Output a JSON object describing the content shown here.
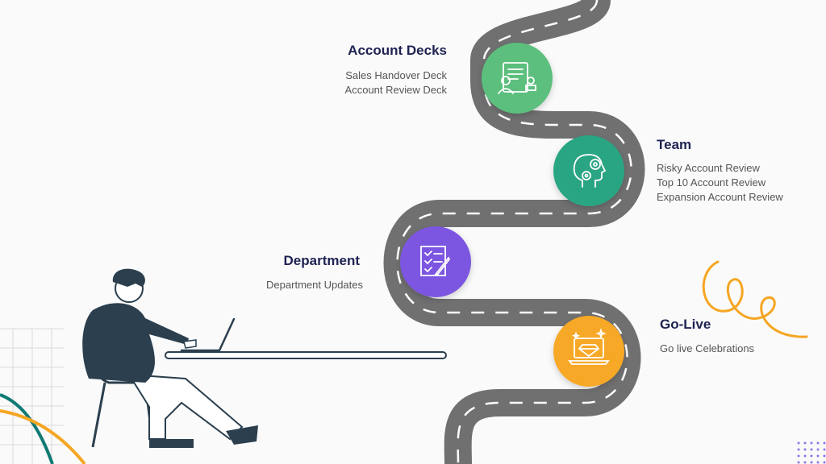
{
  "milestones": [
    {
      "title": "Account Decks",
      "items": [
        "Sales Handover Deck",
        "Account Review Deck"
      ],
      "color": "#5cbf7d",
      "icon": "presentation-document-icon"
    },
    {
      "title": "Team",
      "items": [
        "Risky Account Review",
        "Top 10 Account Review",
        "Expansion Account Review"
      ],
      "color": "#2aa583",
      "icon": "head-gears-icon"
    },
    {
      "title": "Department",
      "items": [
        "Department Updates"
      ],
      "color": "#7b57e0",
      "icon": "checklist-pencil-icon"
    },
    {
      "title": "Go-Live",
      "items": [
        "Go live Celebrations"
      ],
      "color": "#f7a826",
      "icon": "laptop-diamond-icon"
    }
  ],
  "colors": {
    "road": "#707070",
    "road_dash": "#ffffff",
    "title": "#1e2352",
    "text": "#555555",
    "accent_orange": "#f5a623",
    "accent_teal": "#0f7a74",
    "accent_purple": "#8a79e8",
    "figure_dark": "#2b3f4e"
  }
}
